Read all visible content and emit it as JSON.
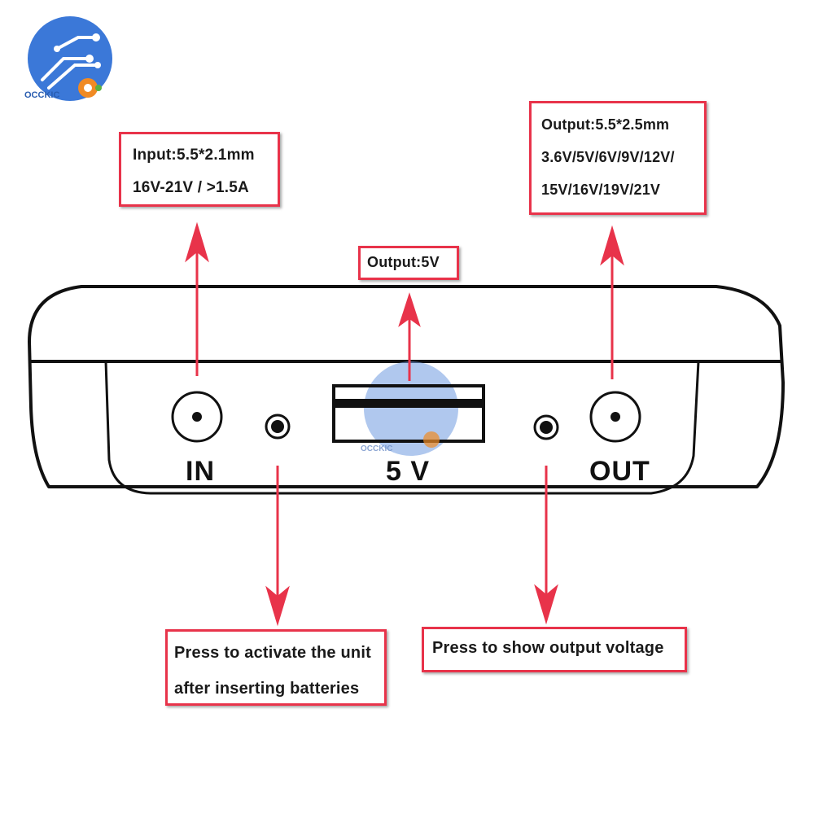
{
  "brand": {
    "name": "OCCKIC",
    "watermark": "OCCKIC"
  },
  "colors": {
    "callout_border": "#e8334a",
    "arrow": "#e8334a",
    "outline": "#111111",
    "logo_blue": "#3b78d8",
    "logo_gear": "#f08a24"
  },
  "callouts": {
    "input": {
      "line1": "Input:5.5*2.1mm",
      "line2": "16V-21V / >1.5A"
    },
    "usb_output": {
      "text": "Output:5V"
    },
    "dc_output": {
      "line1": "Output:5.5*2.5mm",
      "line2": "3.6V/5V/6V/9V/12V/",
      "line3": "15V/16V/19V/21V"
    },
    "activate": {
      "line1": "Press to activate the unit",
      "line2": "after inserting batteries"
    },
    "show_voltage": {
      "text": "Press to show output voltage"
    }
  },
  "ports": {
    "in": "IN",
    "usb": "5 V",
    "out": "OUT"
  },
  "icons": {
    "logo": "circuit-logo-icon",
    "gear": "gear-icon",
    "in_jack": "dc-jack-icon",
    "out_jack": "dc-jack-icon",
    "usb": "usb-port-icon",
    "button": "push-button-icon",
    "arrow": "arrow-icon"
  }
}
